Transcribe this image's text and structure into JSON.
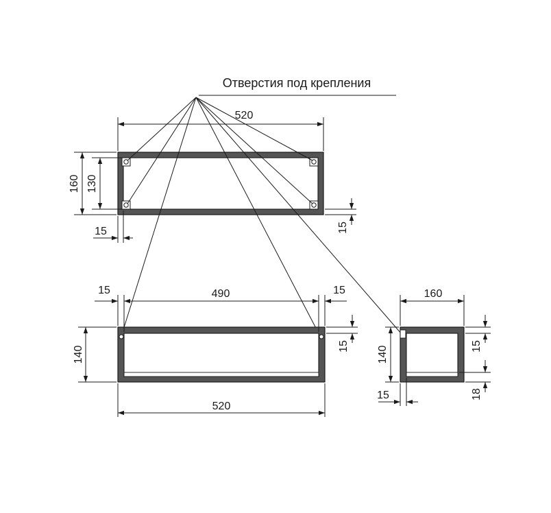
{
  "title": "Отверстия под крепления",
  "top_view": {
    "width": "520",
    "height_outer": "160",
    "height_inner": "130",
    "wall_left": "15",
    "wall_bottom": "15"
  },
  "front_view": {
    "width_inner": "490",
    "width_outer": "520",
    "height": "140",
    "wall_left": "15",
    "wall_right": "15",
    "wall_top": "15"
  },
  "side_view": {
    "width": "160",
    "height": "140",
    "wall_left": "15",
    "wall_top": "15",
    "bottom": "18"
  }
}
